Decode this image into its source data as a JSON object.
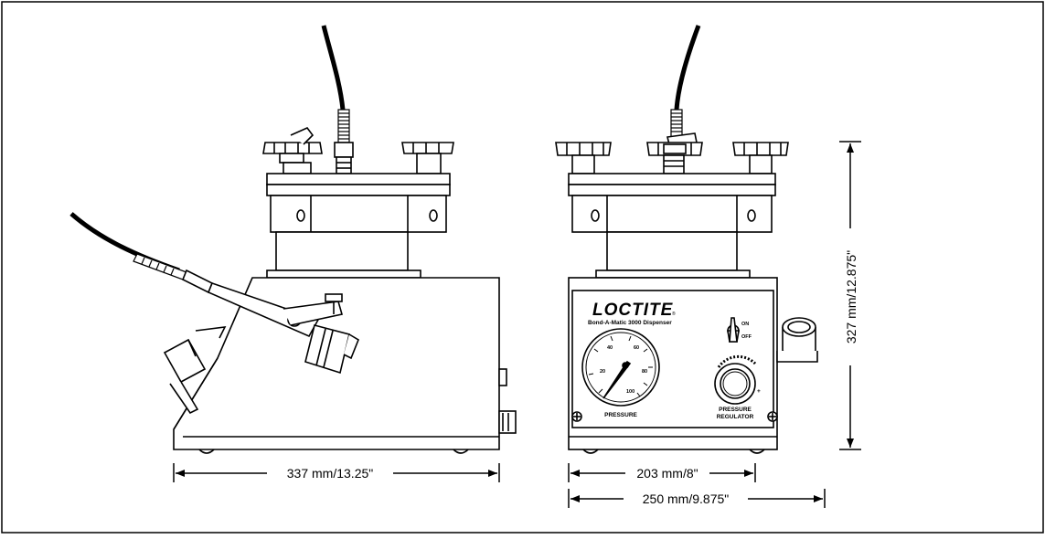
{
  "dimensions": {
    "side_width": "337 mm/13.25\"",
    "front_width_inner": "203 mm/8\"",
    "front_width_outer": "250 mm/9.875\"",
    "height": "327 mm/12.875\""
  },
  "front_panel": {
    "brand": "LOCTITE",
    "registered_mark": "®",
    "model": "Bond-A-Matic 3000 Dispenser",
    "switch_on": "ON",
    "switch_off": "OFF",
    "gauge_label": "PRESSURE",
    "gauge_ticks": [
      "20",
      "40",
      "60",
      "80",
      "100"
    ],
    "regulator_label_1": "PRESSURE",
    "regulator_label_2": "REGULATOR",
    "regulator_plus": "+",
    "regulator_minus": "–"
  }
}
